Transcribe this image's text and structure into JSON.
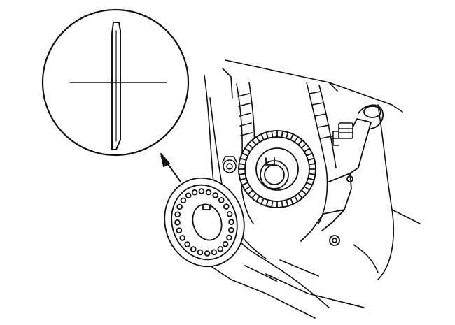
{
  "colors": {
    "ink": "#111111",
    "background": "#ffffff"
  },
  "figure": {
    "description_icons": [
      "magnifier-inset",
      "pointer-arrow",
      "crankshaft-pulse-plate",
      "timing-gear",
      "timing-belt",
      "sensor-bracket",
      "bolt"
    ]
  }
}
